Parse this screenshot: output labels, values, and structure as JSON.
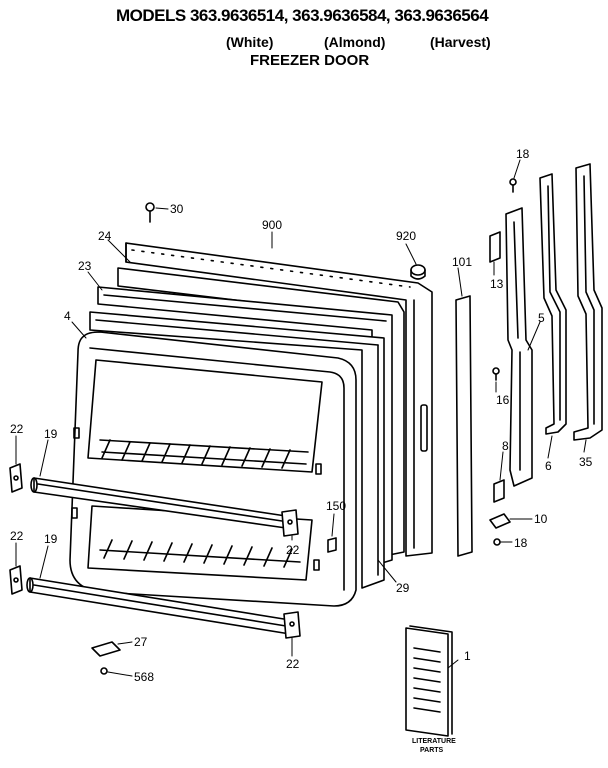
{
  "header": {
    "title": "MODELS 363.9636514, 363.9636584, 363.9636564",
    "finishes": [
      "(White)",
      "(Almond)",
      "(Harvest)"
    ],
    "subtitle": "FREEZER DOOR"
  },
  "callouts": {
    "p30": "30",
    "p900": "900",
    "p920": "920",
    "p24": "24",
    "p23": "23",
    "p4": "4",
    "p101": "101",
    "p13": "13",
    "p18a": "18",
    "p5": "5",
    "p16": "16",
    "p8": "8",
    "p6": "6",
    "p35": "35",
    "p10": "10",
    "p18b": "18",
    "p22a": "22",
    "p19a": "19",
    "p22b": "22",
    "p150": "150",
    "p29": "29",
    "p22c": "22",
    "p19b": "19",
    "p27": "27",
    "p568": "568",
    "p22d": "22",
    "p1": "1"
  },
  "literature": {
    "label_line1": "LITERATURE",
    "label_line2": "PARTS"
  }
}
